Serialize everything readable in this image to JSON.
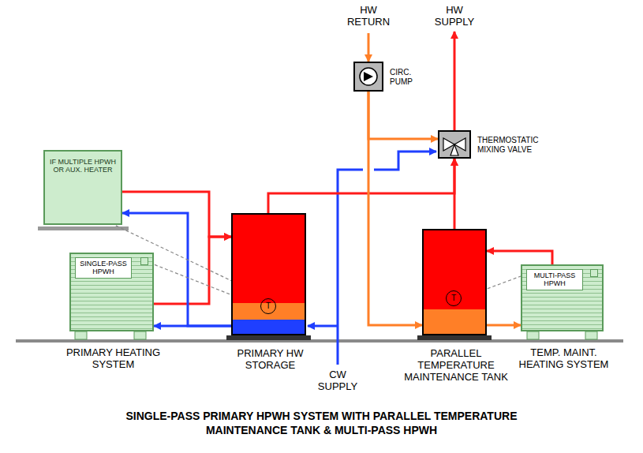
{
  "diagram": {
    "caption": "SINGLE-PASS PRIMARY HPWH SYSTEM WITH PARALLEL TEMPERATURE MAINTENANCE TANK & MULTI-PASS HPWH",
    "nodes": [
      {
        "text": [
          "IF MULTIPLE HPWH OR AUX. HEATER"
        ]
      },
      {
        "text": [
          "SINGLE-PASS HPWH",
          "PRIMARY HEATING SYSTEM"
        ]
      },
      {
        "text": [
          "PRIMARY HW STORAGE"
        ]
      },
      {
        "text": [
          "T"
        ],
        "in": 2
      },
      {
        "text": [
          "CIRC. PUMP"
        ]
      },
      {
        "text": [
          "THERMOSTATIC MIXING VALVE"
        ]
      },
      {
        "text": [
          "PARALLEL TEMPERATURE MAINTENANCE TANK"
        ]
      },
      {
        "text": [
          "T"
        ],
        "in": 6
      },
      {
        "text": [
          "MULTI-PASS HPWH",
          "TEMP. MAINT. HEATING SYSTEM"
        ]
      }
    ],
    "edges": [
      {
        "from": 1,
        "to": 2,
        "arrow": "to"
      },
      {
        "from": 2,
        "to": 1,
        "arrow": "to"
      },
      {
        "from": 0,
        "to": 2,
        "arrow": "to"
      },
      {
        "from": 2,
        "to": 0,
        "arrow": "to"
      },
      {
        "from": 2,
        "to": 5,
        "arrow": "to"
      },
      {
        "from": 6,
        "to": 5,
        "arrow": "to"
      },
      {
        "from": 4,
        "to": 5,
        "arrow": "to"
      },
      {
        "from": 4,
        "to": 6,
        "arrow": "to"
      },
      {
        "from": 6,
        "to": 8,
        "arrow": "to"
      },
      {
        "from": 8,
        "to": 6,
        "arrow": "to"
      },
      {
        "from": 3,
        "to": 1,
        "arrow": "none"
      },
      {
        "from": 3,
        "to": 0,
        "arrow": "none"
      },
      {
        "from": 7,
        "to": 8,
        "arrow": "none"
      }
    ],
    "labels": [
      "HW RETURN",
      "HW SUPPLY",
      "CW SUPPLY"
    ]
  }
}
